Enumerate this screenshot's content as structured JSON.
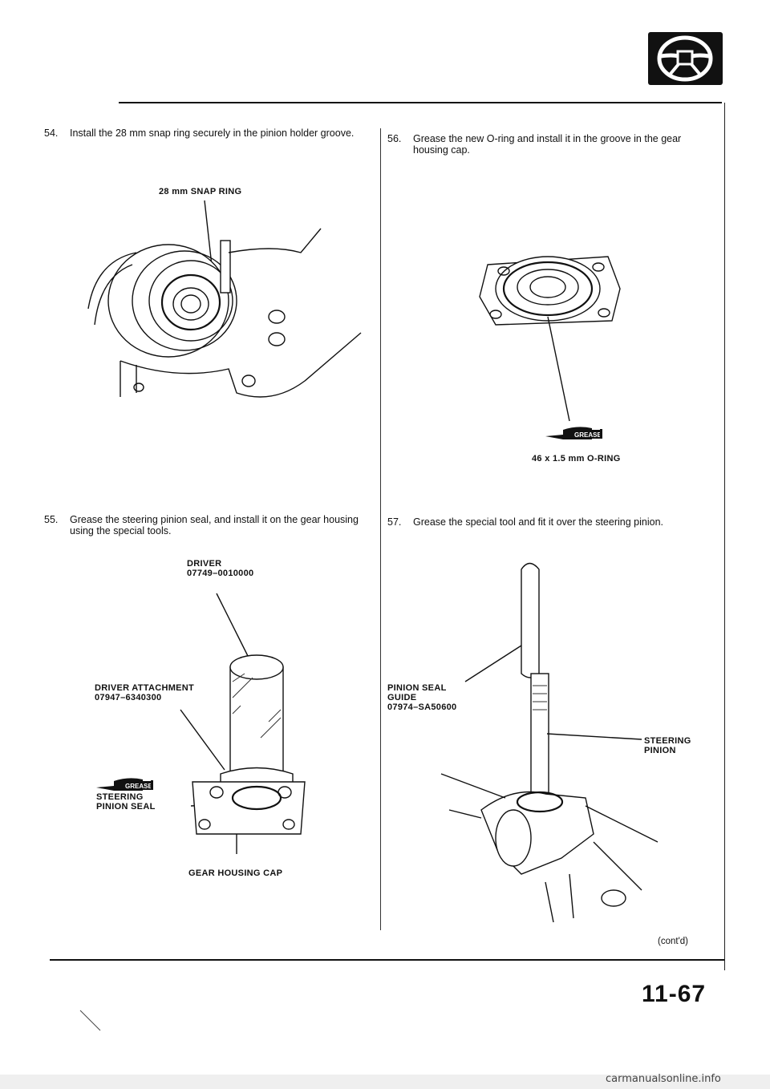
{
  "page": {
    "number": "11-67",
    "contd": "(cont'd)",
    "footer_url": "carmanualsonline.info"
  },
  "header": {
    "icon": "steering-wheel-icon"
  },
  "steps": [
    {
      "num": "54.",
      "text": "Install the 28 mm snap ring securely in the pinion holder groove."
    },
    {
      "num": "55.",
      "text": "Grease the steering pinion seal, and install it on the gear housing using the special tools."
    },
    {
      "num": "56.",
      "text": "Grease the new O-ring and install it in the groove in the gear housing cap."
    },
    {
      "num": "57.",
      "text": "Grease the special tool and fit it over the steering pinion."
    }
  ],
  "labels": {
    "snap_ring": "28 mm SNAP RING",
    "driver_name": "DRIVER",
    "driver_part": "07749–0010000",
    "attachment_name": "DRIVER ATTACHMENT",
    "attachment_part": "07947–6340300",
    "grease": "GREASE",
    "pinion_seal_l1": "STEERING",
    "pinion_seal_l2": "PINION SEAL",
    "gear_housing_cap": "GEAR HOUSING CAP",
    "o_ring": "46 x 1.5 mm O-RING",
    "guide_l1": "PINION SEAL",
    "guide_l2": "GUIDE",
    "guide_part": "07974–SA50600",
    "steering_pinion_l1": "STEERING",
    "steering_pinion_l2": "PINION"
  }
}
